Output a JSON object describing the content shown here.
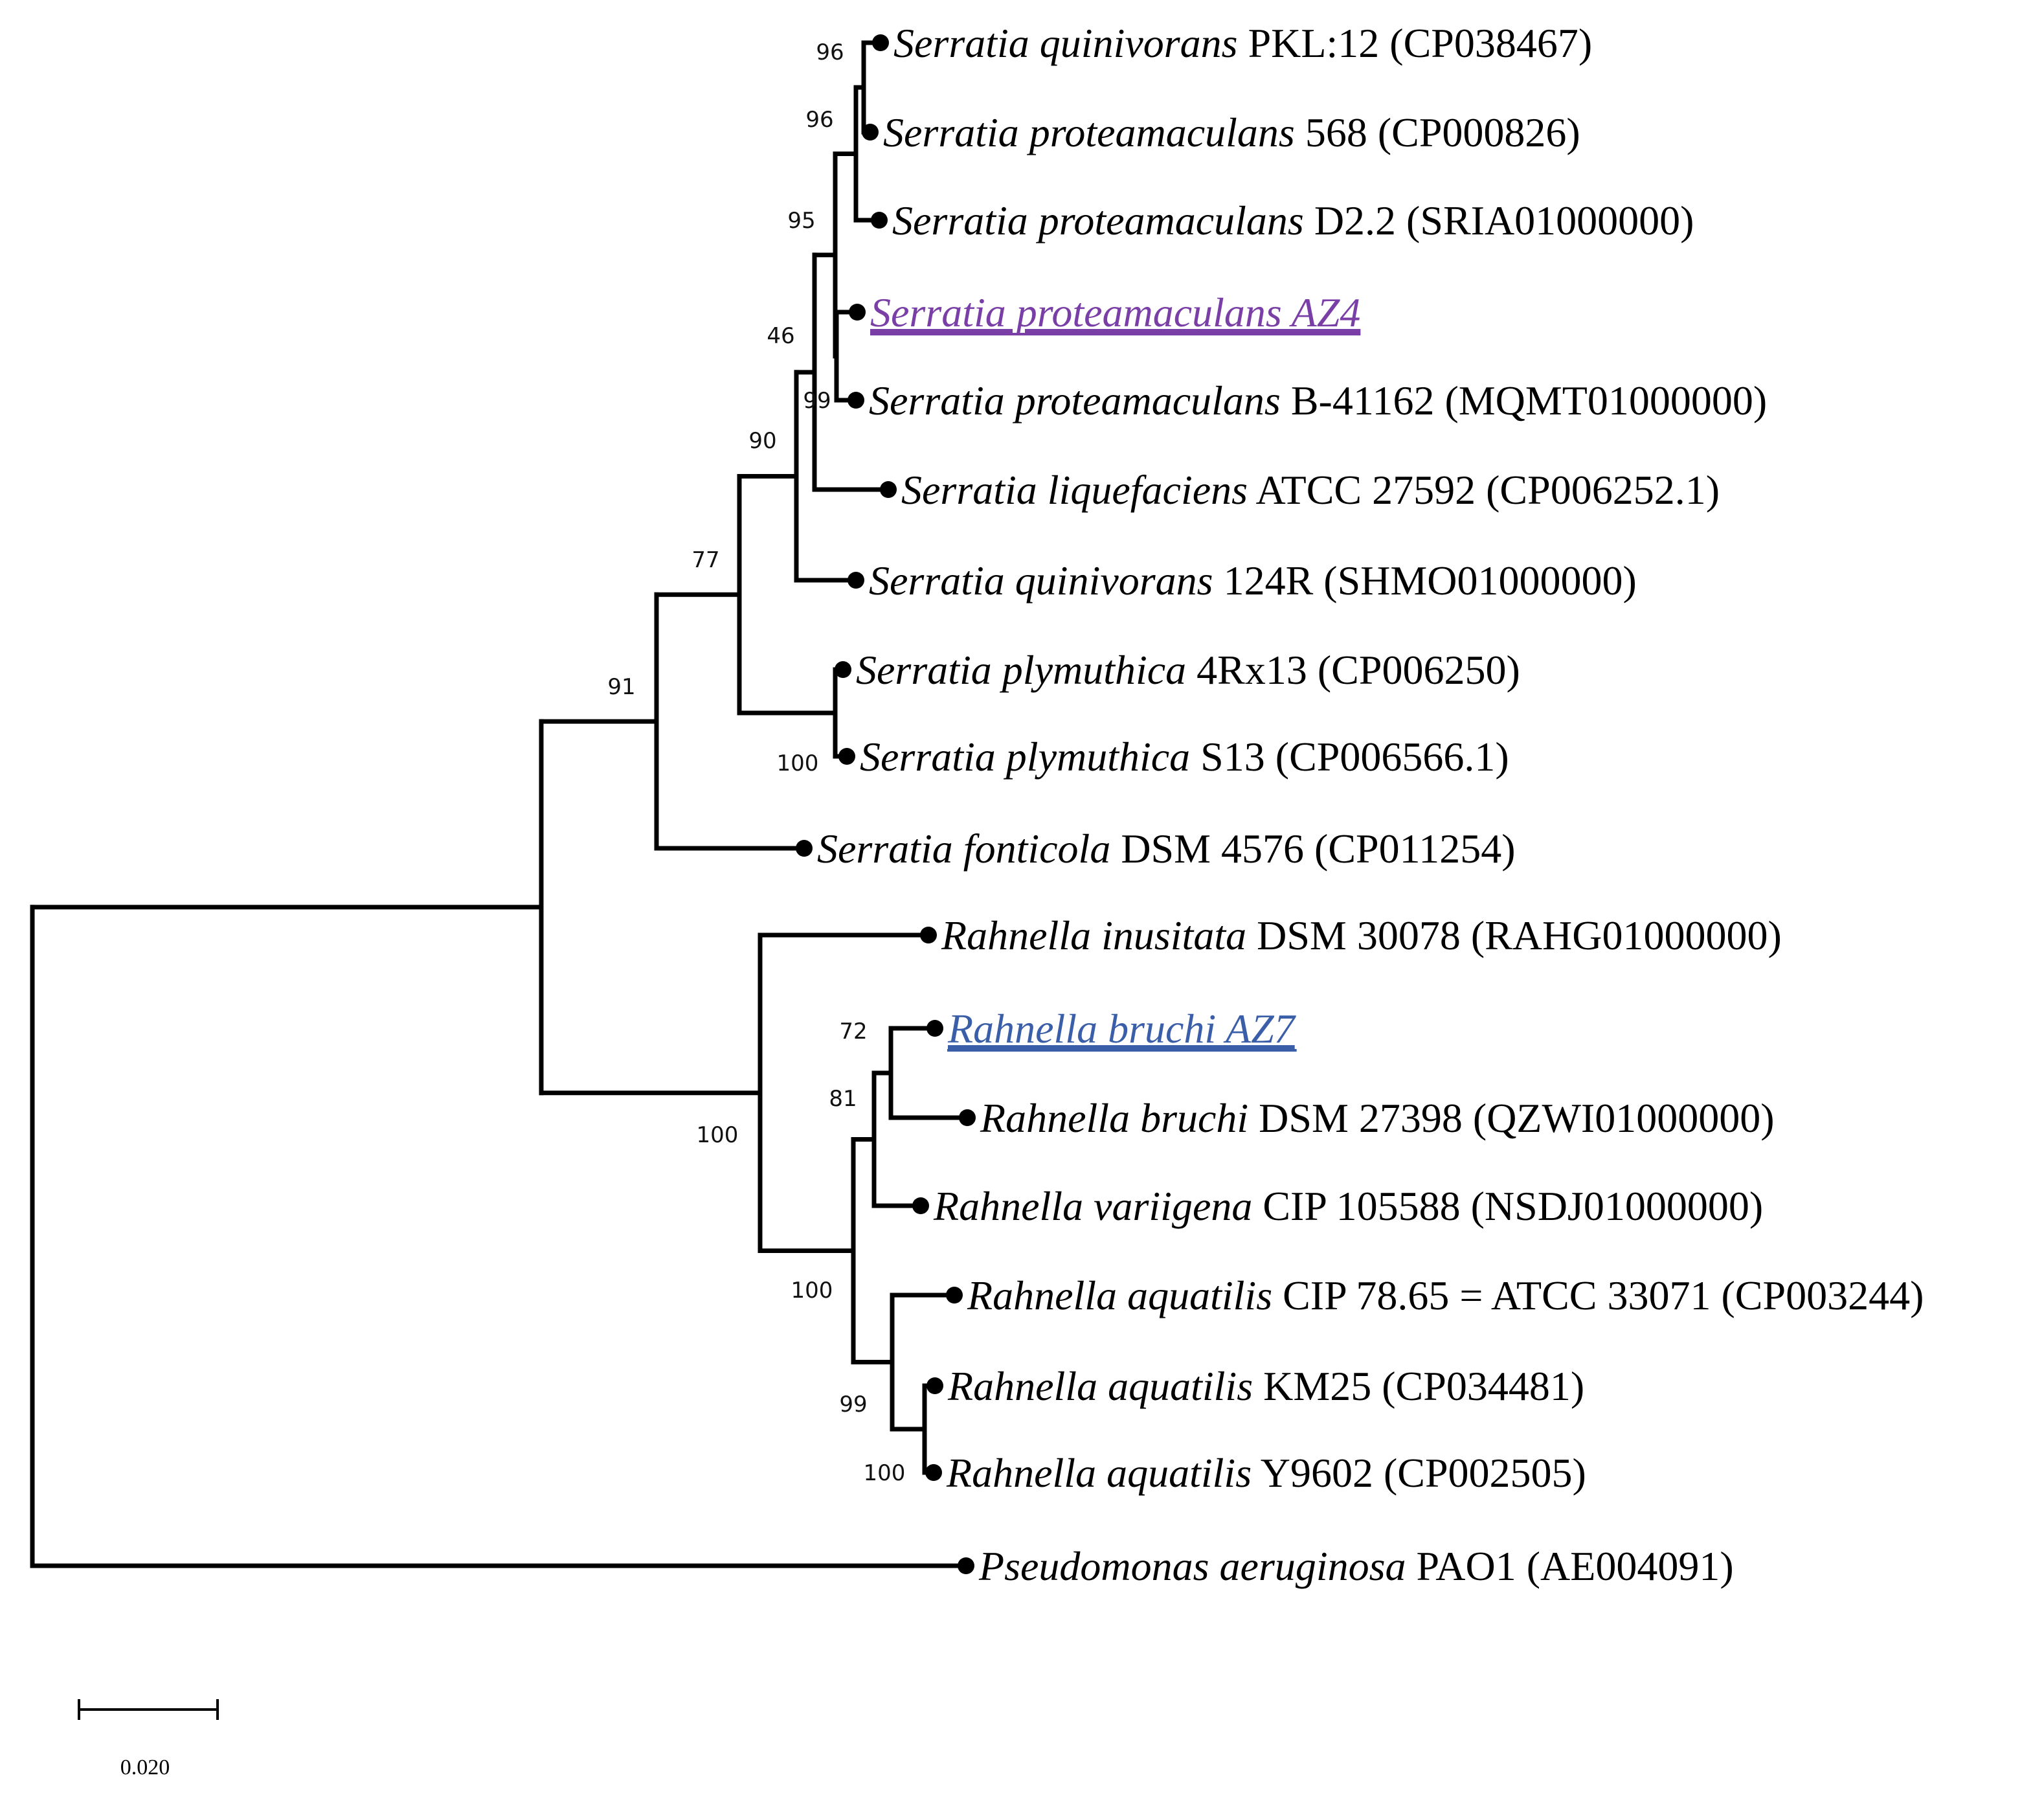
{
  "figure": {
    "taxa": [
      {
        "id": "t1",
        "genus_species": "Serratia quinivorans",
        "strain": "PKL:12 (CP038467)"
      },
      {
        "id": "t2",
        "genus_species": "Serratia proteamaculans",
        "strain": "568 (CP000826)"
      },
      {
        "id": "t3",
        "genus_species": "Serratia proteamaculans",
        "strain": "D2.2 (SRIA01000000)"
      },
      {
        "id": "t4",
        "genus_species": "Serratia proteamaculans AZ4",
        "strain": "",
        "highlight": true,
        "color": "#7a3fa6"
      },
      {
        "id": "t5",
        "genus_species": "Serratia proteamaculans",
        "strain": "B-41162 (MQMT01000000)"
      },
      {
        "id": "t6",
        "genus_species": "Serratia liquefaciens",
        "strain": "ATCC 27592 (CP006252.1)"
      },
      {
        "id": "t7",
        "genus_species": "Serratia quinivorans",
        "strain": "124R (SHMO01000000)"
      },
      {
        "id": "t8",
        "genus_species": "Serratia plymuthica",
        "strain": "4Rx13 (CP006250)"
      },
      {
        "id": "t9",
        "genus_species": "Serratia plymuthica",
        "strain": "S13 (CP006566.1)"
      },
      {
        "id": "t10",
        "genus_species": "Serratia fonticola",
        "strain": "DSM 4576 (CP011254)"
      },
      {
        "id": "t11",
        "genus_species": "Rahnella inusitata",
        "strain": "DSM 30078 (RAHG01000000)"
      },
      {
        "id": "t12",
        "genus_species": "Rahnella bruchi AZ7",
        "strain": "",
        "highlight": true,
        "color": "#3b5ea8"
      },
      {
        "id": "t13",
        "genus_species": "Rahnella bruchi",
        "strain": "DSM 27398 (QZWI01000000)"
      },
      {
        "id": "t14",
        "genus_species": "Rahnella variigena",
        "strain": "CIP 105588 (NSDJ01000000)"
      },
      {
        "id": "t15",
        "genus_species": "Rahnella aquatilis",
        "strain": "CIP 78.65 = ATCC 33071 (CP003244)"
      },
      {
        "id": "t16",
        "genus_species": "Rahnella aquatilis",
        "strain": "KM25 (CP034481)"
      },
      {
        "id": "t17",
        "genus_species": "Rahnella aquatilis",
        "strain": "Y9602 (CP002505)"
      },
      {
        "id": "t18",
        "genus_species": "Pseudomonas aeruginosa",
        "strain": "PAO1 (AE004091)"
      }
    ],
    "support_values": [
      {
        "node": "n_t1_t2",
        "value": "96"
      },
      {
        "node": "n_t1_t3",
        "value": "96"
      },
      {
        "node": "n_t1_t5",
        "value": "95"
      },
      {
        "node": "n_t4_t5",
        "value": "99"
      },
      {
        "node": "n_t1_t6",
        "value": "46"
      },
      {
        "node": "n_t1_t7",
        "value": "90"
      },
      {
        "node": "n_t1_t9",
        "value": "77"
      },
      {
        "node": "n_t8_t9",
        "value": "100"
      },
      {
        "node": "n_serratia",
        "value": "91"
      },
      {
        "node": "n_rahnella",
        "value": "100"
      },
      {
        "node": "n_t11_sister",
        "value": "100"
      },
      {
        "node": "n_t12_t13",
        "value": "72"
      },
      {
        "node": "n_t12_t14",
        "value": "81"
      },
      {
        "node": "n_t15_t17",
        "value": "99"
      },
      {
        "node": "n_t16_t17",
        "value": "100"
      }
    ],
    "scale_bar": {
      "label": "0.020"
    }
  }
}
